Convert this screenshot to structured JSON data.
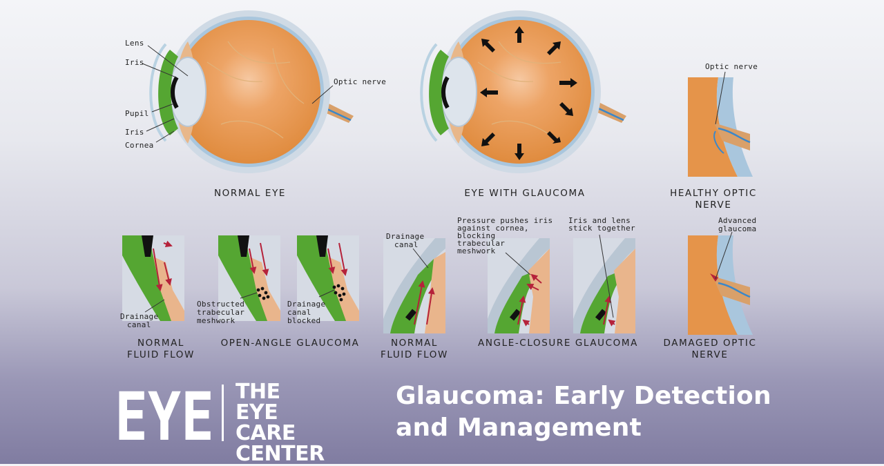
{
  "top_labels": {
    "normal_eye": {
      "lens": "Lens",
      "iris_top": "Iris",
      "pupil": "Pupil",
      "iris_bottom": "Iris",
      "cornea": "Cornea",
      "optic_nerve": "Optic nerve",
      "caption": "NORMAL EYE"
    },
    "glaucoma_eye": {
      "caption": "EYE WITH GLAUCOMA"
    },
    "healthy_nerve": {
      "optic_nerve": "Optic nerve",
      "caption_line1": "HEALTHY OPTIC",
      "caption_line2": "NERVE"
    }
  },
  "bottom_labels": {
    "normal_flow_1": {
      "drainage_line1": "Drainage",
      "drainage_line2": "canal",
      "caption_line1": "NORMAL",
      "caption_line2": "FLUID FLOW"
    },
    "open_angle": {
      "obstructed_line1": "Obstructed",
      "obstructed_line2": "trabecular",
      "obstructed_line3": "meshwork",
      "blocked_line1": "Drainage",
      "blocked_line2": "canal",
      "blocked_line3": "blocked",
      "caption": "OPEN-ANGLE GLAUCOMA"
    },
    "normal_flow_2": {
      "drainage_line1": "Drainage",
      "drainage_line2": "canal",
      "caption_line1": "NORMAL",
      "caption_line2": "FLUID FLOW"
    },
    "angle_closure": {
      "pressure_line1": "Pressure pushes iris",
      "pressure_line2": "against cornea,",
      "pressure_line3": "blocking",
      "pressure_line4": "trabecular",
      "pressure_line5": "meshwork",
      "stick_line1": "Iris and lens",
      "stick_line2": "stick together",
      "caption": "ANGLE-CLOSURE GLAUCOMA"
    },
    "damaged_nerve": {
      "advanced_line1": "Advanced",
      "advanced_line2": "glaucoma",
      "caption_line1": "DAMAGED OPTIC",
      "caption_line2": "NERVE"
    }
  },
  "brand": {
    "logo_text": "EYE",
    "line1": "THE",
    "line2": "EYE CARE",
    "line3": "CENTER"
  },
  "headline": {
    "line1": "Glaucoma: Early Detection",
    "line2": "and Management"
  },
  "colors": {
    "sclera": "#c9d7e3",
    "retina": "#e5944a",
    "iris": "#55a632",
    "nerve": "#d9a06a",
    "vessel": "#3b87c9",
    "flow_arrow": "#b5223a",
    "text": "#222222",
    "brand": "#ffffff"
  }
}
